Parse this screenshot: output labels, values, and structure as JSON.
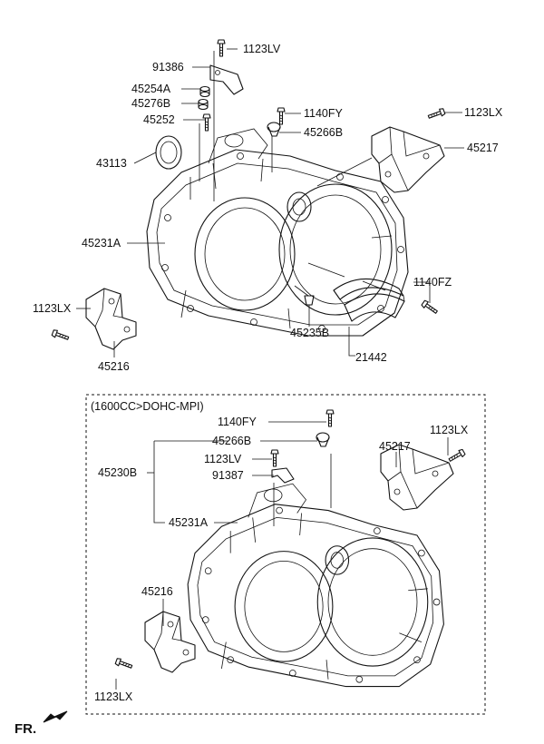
{
  "variant_caption": "(1600CC>DOHC-MPI)",
  "direction_label": "FR.",
  "top": {
    "p_1123LV": "1123LV",
    "p_91386": "91386",
    "p_45254A": "45254A",
    "p_45276B": "45276B",
    "p_45252": "45252",
    "p_43113": "43113",
    "p_1140FY": "1140FY",
    "p_45266B": "45266B",
    "p_1123LX_r": "1123LX",
    "p_45217": "45217",
    "p_45231A": "45231A",
    "p_1140FZ": "1140FZ",
    "p_1123LX_l": "1123LX",
    "p_45235B": "45235B",
    "p_21442": "21442",
    "p_45216": "45216"
  },
  "bottom": {
    "p_1140FY": "1140FY",
    "p_45266B": "45266B",
    "p_1123LV": "1123LV",
    "p_91387": "91387",
    "p_45230B": "45230B",
    "p_45231A": "45231A",
    "p_45217": "45217",
    "p_1123LX_r": "1123LX",
    "p_45216": "45216",
    "p_1123LX_l": "1123LX"
  }
}
